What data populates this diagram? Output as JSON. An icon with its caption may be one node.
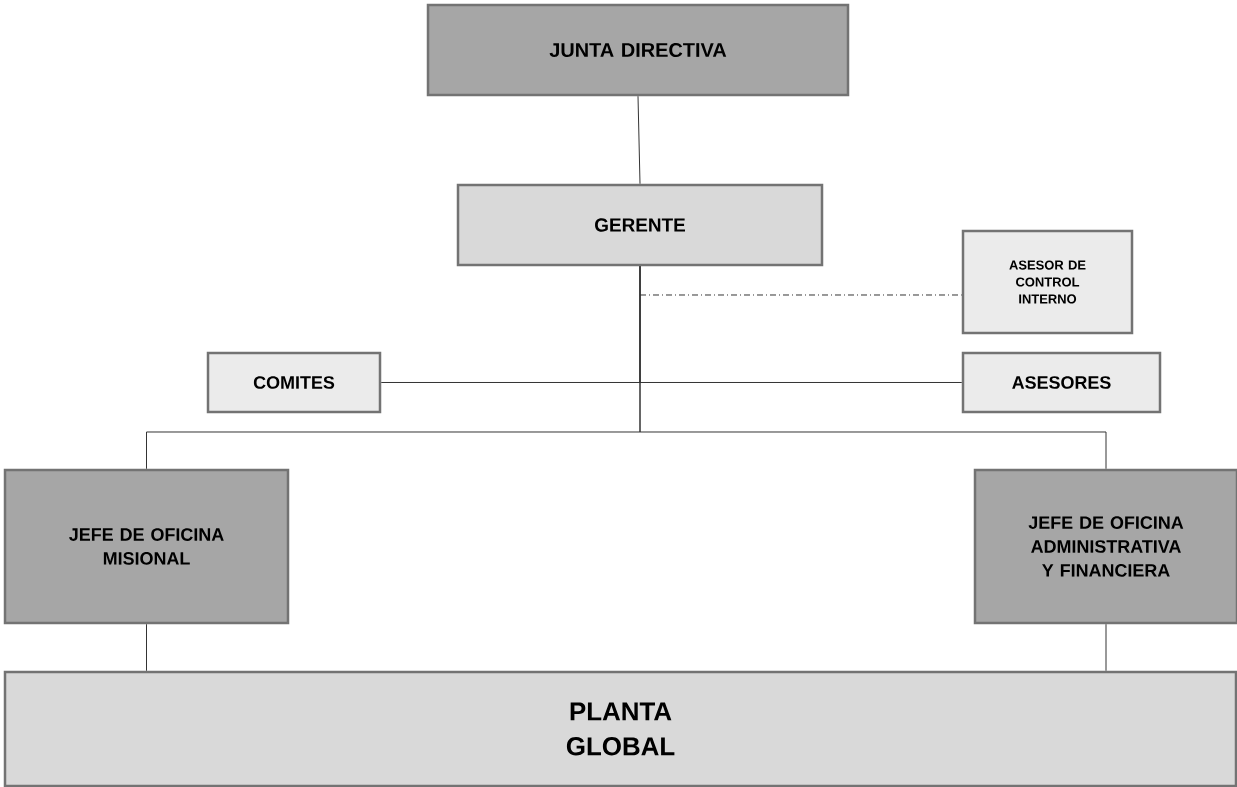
{
  "diagram": {
    "nodes": [
      {
        "text": [
          "JUNTA DIRECTIVA"
        ]
      },
      {
        "text": [
          "GERENTE"
        ]
      },
      {
        "text": [
          "ASESOR DE CONTROL INTERNO"
        ]
      },
      {
        "text": [
          "COMITES"
        ]
      },
      {
        "text": [
          "ASESORES"
        ]
      },
      {
        "text": [
          "JEFE DE OFICINA MISIONAL"
        ]
      },
      {
        "text": [
          "JEFE DE OFICINA ADMINISTRATIVA Y FINANCIERA"
        ]
      },
      {
        "text": [
          "PLANTA GLOBAL"
        ]
      }
    ],
    "edges": [
      {
        "from": 0,
        "to": 1,
        "arrow": "none"
      },
      {
        "from": 1,
        "to": 2,
        "arrow": "none",
        "style": "dashed"
      },
      {
        "from": 1,
        "to": 3,
        "arrow": "none"
      },
      {
        "from": 1,
        "to": 4,
        "arrow": "none"
      },
      {
        "from": 1,
        "to": 5,
        "arrow": "none"
      },
      {
        "from": 1,
        "to": 6,
        "arrow": "none"
      },
      {
        "from": 5,
        "to": 7,
        "arrow": "none"
      },
      {
        "from": 6,
        "to": 7,
        "arrow": "none"
      }
    ]
  }
}
